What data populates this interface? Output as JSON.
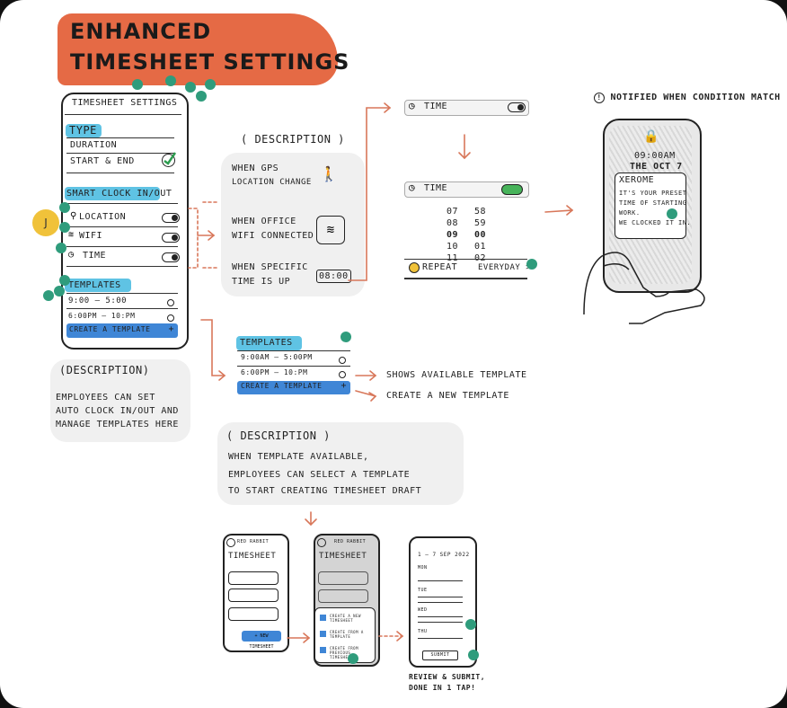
{
  "title": {
    "line1": "ENHANCED",
    "line2": "TIMESHEET SETTINGS"
  },
  "settings_phone": {
    "header": "TIMESHEET SETTINGS",
    "type_heading": "TYPE",
    "type_options": [
      "DURATION",
      "START & END"
    ],
    "smart_heading": "SMART CLOCK IN/OUT",
    "smart_options": [
      "LOCATION",
      "WIFI",
      "TIME"
    ],
    "templates_heading": "TEMPLATES",
    "template_rows": [
      "9:00 – 5:00",
      "6:00PM – 10:PM"
    ],
    "create_template": "CREATE A TEMPLATE",
    "plus": "+"
  },
  "avatar_letter": "J",
  "desc_left": {
    "heading": "(DESCRIPTION)",
    "lines": [
      "EMPLOYEES CAN SET",
      "AUTO CLOCK IN/OUT AND",
      "MANAGE TEMPLATES HERE"
    ]
  },
  "desc_mid": {
    "heading": "( DESCRIPTION )",
    "gps": [
      "WHEN GPS",
      "LOCATION CHANGE"
    ],
    "wifi": [
      "WHEN OFFICE",
      "WIFI CONNECTED"
    ],
    "time": [
      "WHEN SPECIFIC",
      "TIME IS UP"
    ],
    "time_badge": "08:00"
  },
  "time_setting": {
    "label_off": "TIME",
    "label_on": "TIME",
    "hours": [
      "07",
      "08",
      "09",
      "10",
      "11"
    ],
    "minutes": [
      "58",
      "59",
      "00",
      "01",
      "02"
    ],
    "repeat_label": "REPEAT",
    "repeat_value": "EVERYDAY >"
  },
  "notify": {
    "heading": "NOTIFIED WHEN CONDITION MATCH",
    "clock": "09:00AM",
    "date": "THE OCT 7",
    "app": "XEROME",
    "message": [
      "IT'S YOUR PRESET",
      "TIME OF STARTING",
      "WORK.",
      "WE CLOCKED IT IN."
    ]
  },
  "templates_zoom": {
    "heading": "TEMPLATES",
    "rows": [
      "9:00AM – 5:00PM",
      "6:00PM – 10:PM"
    ],
    "create": "CREATE A TEMPLATE",
    "plus": "+",
    "note1": "SHOWS AVAILABLE TEMPLATE",
    "note2": "CREATE A NEW TEMPLATE"
  },
  "desc_bottom": {
    "heading": "( DESCRIPTION )",
    "lines": [
      "WHEN TEMPLATE AVAILABLE,",
      "EMPLOYEES CAN SELECT A TEMPLATE",
      "TO START CREATING TIMESHEET DRAFT"
    ]
  },
  "flow": {
    "brand": "RED RABBIT",
    "title": "TIMESHEET",
    "new_btn": "+ NEW TIMESHEET",
    "menu": [
      "CREATE A NEW TIMESHEET",
      "CREATE FROM A TEMPLATE",
      "CREATE FROM PREVIOUS TIMESHEET"
    ],
    "week": "1 – 7 SEP 2022",
    "days": [
      "MON",
      "TUE",
      "WED",
      "THU"
    ],
    "submit": "SUBMIT",
    "caption": [
      "REVIEW & SUBMIT,",
      "DONE IN 1 TAP!"
    ]
  },
  "colors": {
    "accent_orange": "#e56a45",
    "highlight_blue": "#5fc3e4",
    "button_blue": "#3f86d6",
    "dot_green": "#2f9c7c",
    "avatar_yellow": "#f0c23a",
    "arrow": "#d8775a"
  }
}
